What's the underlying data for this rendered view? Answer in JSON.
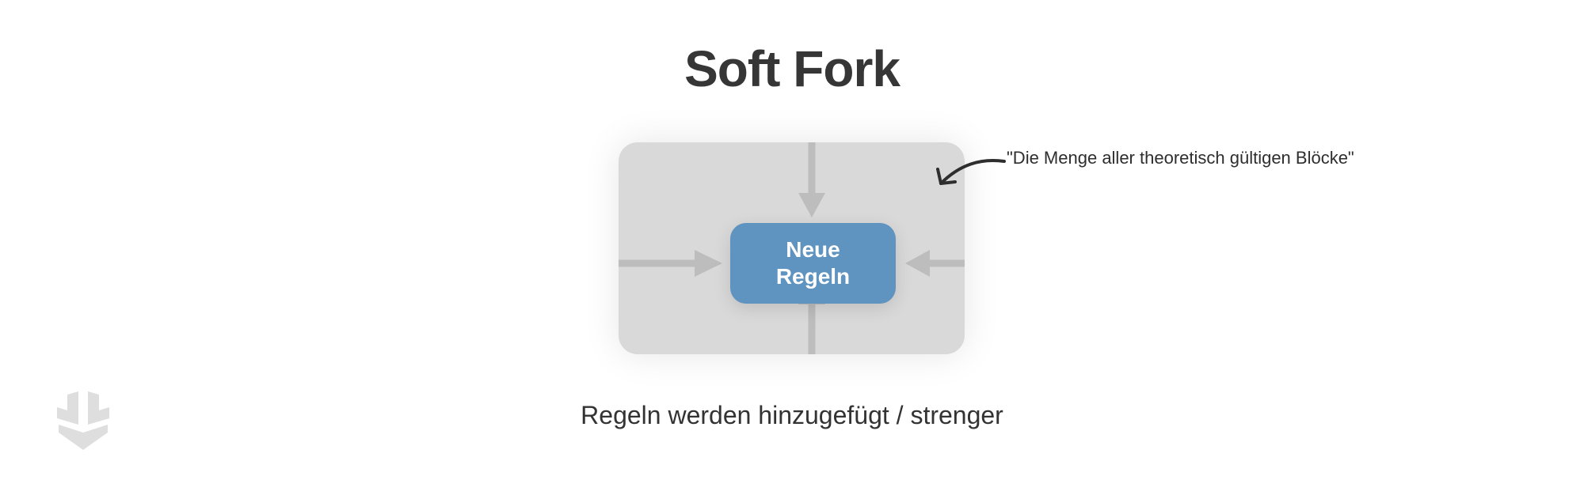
{
  "title": "Soft Fork",
  "diagram": {
    "outer_set_label": "\"Die Menge aller theoretisch gültigen Blöcke\"",
    "inner_box_label": "Neue Regeln",
    "caption": "Regeln werden hinzugefügt / strenger"
  },
  "colors": {
    "outer_set": "#d9d9d9",
    "inner_box": "#5f93c0",
    "arrows": "#bdbdbd",
    "text": "#363636"
  },
  "icons": [
    "curved-arrow-icon",
    "logo-icon"
  ]
}
